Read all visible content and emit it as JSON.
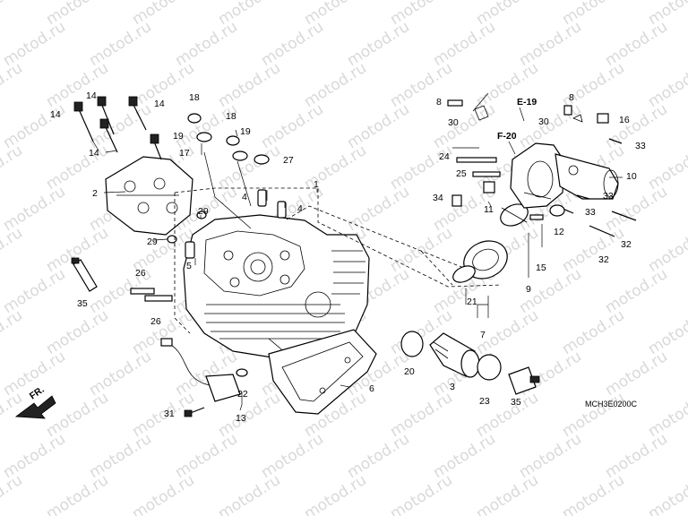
{
  "diagram": {
    "watermark": "motod.ru",
    "diagram_code": "MCH3E0200C",
    "front_label": "FR.",
    "section_refs": [
      "E-19",
      "F-20"
    ],
    "callouts": [
      "1",
      "2",
      "3",
      "4",
      "4",
      "5",
      "6",
      "7",
      "8",
      "8",
      "9",
      "10",
      "11",
      "12",
      "13",
      "14",
      "14",
      "14",
      "14",
      "15",
      "16",
      "17",
      "18",
      "18",
      "19",
      "19",
      "20",
      "21",
      "22",
      "23",
      "24",
      "25",
      "26",
      "26",
      "27",
      "29",
      "29",
      "30",
      "30",
      "31",
      "32",
      "32",
      "33",
      "33",
      "33",
      "34",
      "35",
      "35"
    ]
  }
}
